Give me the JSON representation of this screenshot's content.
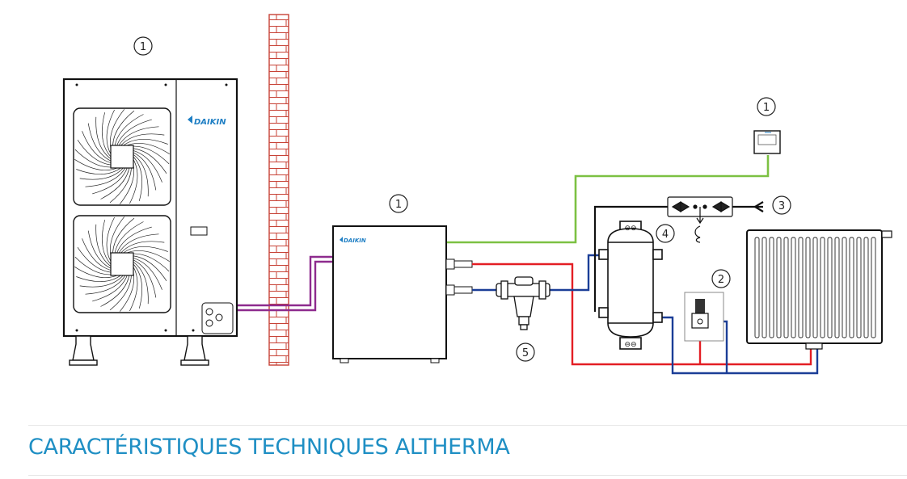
{
  "diagram": {
    "callouts": {
      "outdoor_unit": "1",
      "indoor_unit": "1",
      "user_interface": "1",
      "pressure_valve": "2",
      "expansion_kit": "3",
      "buffer_tank": "4",
      "magnetic_filter": "5"
    },
    "outdoor_unit_brand": "DAIKIN",
    "indoor_unit_brand": "DAIKIN",
    "pipe_colors": {
      "refrigerant": "#8e2b8e",
      "communication": "#7cc143",
      "supply": "#e31e24",
      "return": "#1b3e97"
    }
  },
  "section": {
    "title": "CARACTÉRISTIQUES TECHNIQUES ALTHERMA"
  }
}
